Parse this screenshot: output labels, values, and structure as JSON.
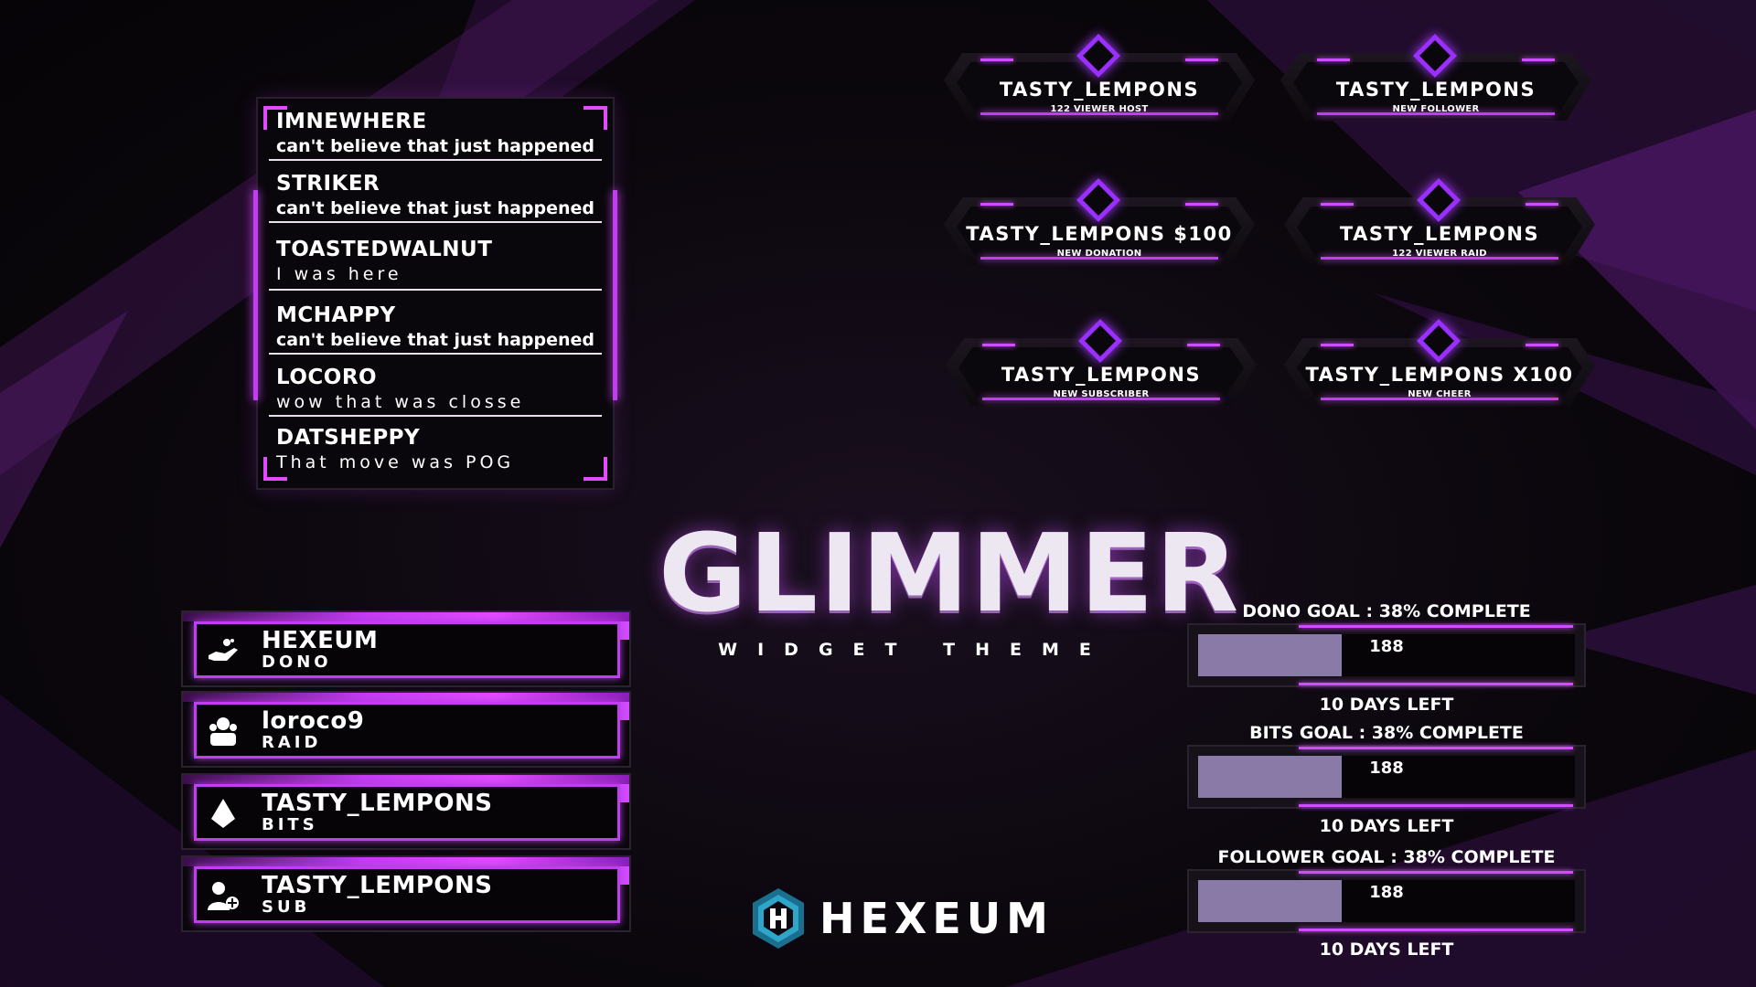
{
  "chat": {
    "messages": [
      {
        "user": "IMNEWHERE",
        "text": "can't believe that just happened",
        "spaced": false
      },
      {
        "user": "STRIKER",
        "text": "can't believe that just happened",
        "spaced": false
      },
      {
        "user": "TOASTEDWALNUT",
        "text": "I was here",
        "spaced": true
      },
      {
        "user": "MCHAPPY",
        "text": "can't believe that just happened",
        "spaced": false
      },
      {
        "user": "LOCORO",
        "text": "wow that was closse",
        "spaced": true
      },
      {
        "user": "DATSHEPPY",
        "text": "That move was POG",
        "spaced": true
      }
    ]
  },
  "alerts": [
    {
      "title": "TASTY_LEMPONS",
      "subtitle": "122 VIEWER HOST"
    },
    {
      "title": "TASTY_LEMPONS",
      "subtitle": "NEW FOLLOWER"
    },
    {
      "title": "TASTY_LEMPONS $100",
      "subtitle": "NEW DONATION"
    },
    {
      "title": "TASTY_LEMPONS",
      "subtitle": "122 VIEWER RAID"
    },
    {
      "title": "TASTY_LEMPONS",
      "subtitle": "NEW SUBSCRIBER"
    },
    {
      "title": "TASTY_LEMPONS X100",
      "subtitle": "NEW CHEER"
    }
  ],
  "theme": {
    "title": "GLIMMER",
    "subtitle": "WIDGET THEME"
  },
  "events": [
    {
      "name": "HEXEUM",
      "type": "DONO",
      "icon": "donation-hand-icon"
    },
    {
      "name": "loroco9",
      "type": "RAID",
      "icon": "raid-group-icon"
    },
    {
      "name": "TASTY_LEMPONS",
      "type": "BITS",
      "icon": "bits-gem-icon"
    },
    {
      "name": "TASTY_LEMPONS",
      "type": "SUB",
      "icon": "subscriber-add-icon"
    }
  ],
  "goals": [
    {
      "label": "DONO GOAL : 38% COMPLETE",
      "value": "188",
      "progress": 0.38,
      "footer": "10 DAYS LEFT"
    },
    {
      "label": "BITS GOAL : 38% COMPLETE",
      "value": "188",
      "progress": 0.38,
      "footer": "10 DAYS LEFT"
    },
    {
      "label": "FOLLOWER GOAL : 38% COMPLETE",
      "value": "188",
      "progress": 0.38,
      "footer": "10 DAYS LEFT"
    }
  ],
  "brand": {
    "name": "HEXEUM"
  },
  "colors": {
    "accent": "#d14cff",
    "diamond": "#9b2fff",
    "fill": "#8a7aa8",
    "hex_logo": "#2fa6c9"
  }
}
